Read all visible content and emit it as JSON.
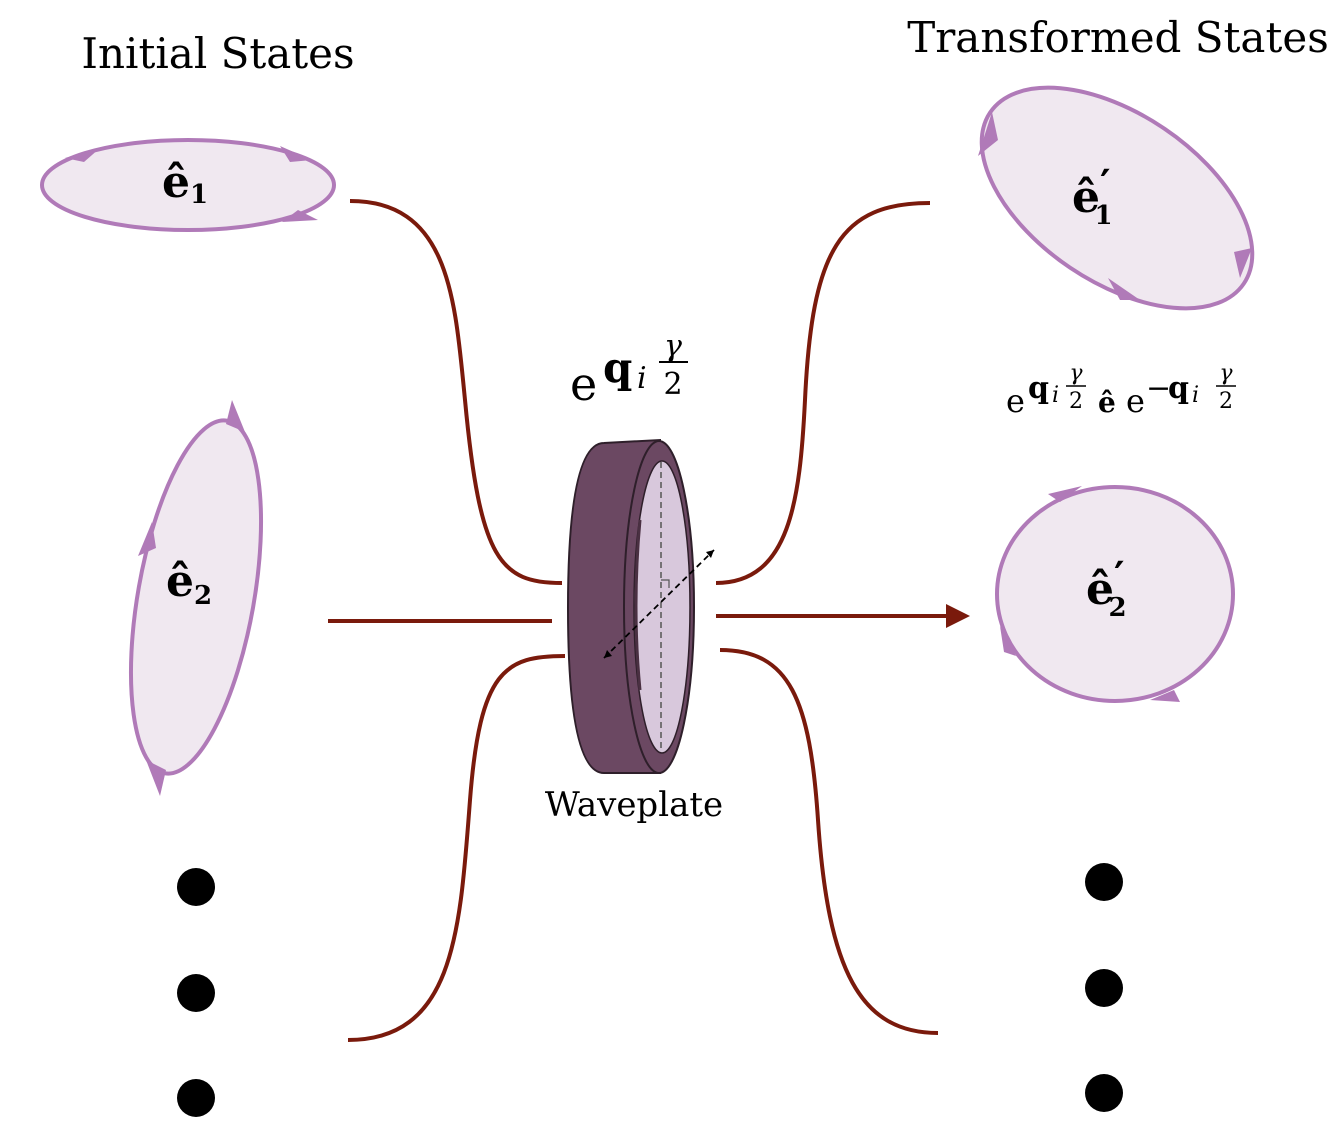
{
  "headings": {
    "initial": "Initial States",
    "transformed": "Transformed States"
  },
  "states": {
    "initial": [
      {
        "symbol": "ê",
        "subscript": "1"
      },
      {
        "symbol": "ê",
        "subscript": "2"
      }
    ],
    "transformed": [
      {
        "symbol": "ê",
        "prime": "′",
        "subscript": "1"
      },
      {
        "symbol": "ê",
        "prime": "′",
        "subscript": "2"
      }
    ]
  },
  "operator": {
    "base": "e",
    "q": "q",
    "i": "i",
    "gamma": "γ",
    "two": "2"
  },
  "transform_formula": {
    "base": "e",
    "q": "q",
    "i": "i",
    "gamma": "γ",
    "two": "2",
    "vector": "ê",
    "minus": "−"
  },
  "device_label": "Waveplate",
  "colors": {
    "ellipse_stroke": "#b07ab8",
    "ellipse_fill": "#f0e8f0",
    "beam": "#7a1a0c",
    "plate_body": "#6b4862",
    "plate_face": "#d8c8dc",
    "dots": "#000000"
  }
}
